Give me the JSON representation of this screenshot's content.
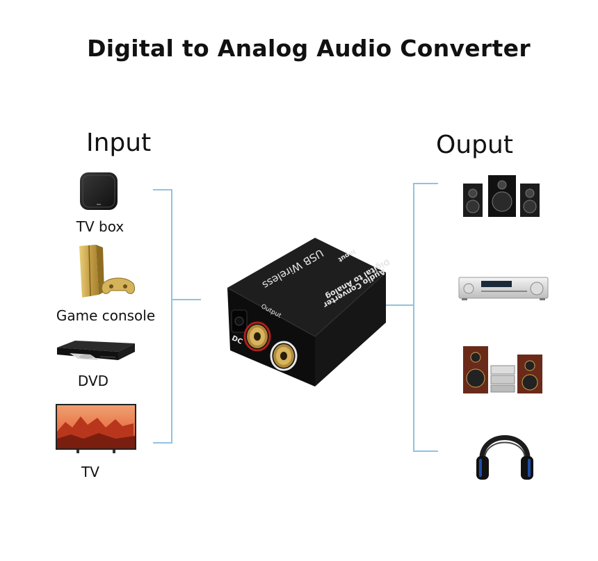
{
  "title": "Digital to Analog Audio Converter",
  "input": {
    "heading": "Input",
    "devices": [
      {
        "label": "TV box",
        "icon": "tv-box-icon"
      },
      {
        "label": "Game console",
        "icon": "game-console-icon"
      },
      {
        "label": "DVD",
        "icon": "dvd-player-icon"
      },
      {
        "label": "TV",
        "icon": "television-icon"
      }
    ]
  },
  "output": {
    "heading": "Ouput",
    "devices": [
      {
        "icon": "speaker-system-icon"
      },
      {
        "icon": "amplifier-receiver-icon"
      },
      {
        "icon": "hifi-stereo-icon"
      },
      {
        "icon": "headphones-icon"
      }
    ]
  },
  "device": {
    "top_text_1": "USB Wireless",
    "top_text_2": "Digital to Analog",
    "top_text_3": "Audio Converter",
    "input_port_label": "Input",
    "output_port_label": "Output",
    "dc_label": "DC",
    "body_color": "#141414",
    "accent_color": "#c9a24a"
  },
  "colors": {
    "connector_line": "#8fc3e0"
  }
}
